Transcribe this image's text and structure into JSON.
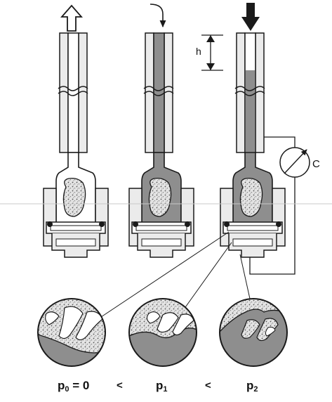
{
  "labels": {
    "height": "h",
    "meter": "C"
  },
  "pressures": [
    {
      "base": "p",
      "sub": "0",
      "suffix": " = 0"
    },
    {
      "base": "p",
      "sub": "1",
      "suffix": ""
    },
    {
      "base": "p",
      "sub": "2",
      "suffix": ""
    }
  ],
  "relations": [
    "<",
    "<"
  ],
  "colors": {
    "outline": "#1a1a1a",
    "wall": "#ebebeb",
    "fluid": "#8e8e8e",
    "sample": "#d6d6d6",
    "background": "#ffffff"
  }
}
